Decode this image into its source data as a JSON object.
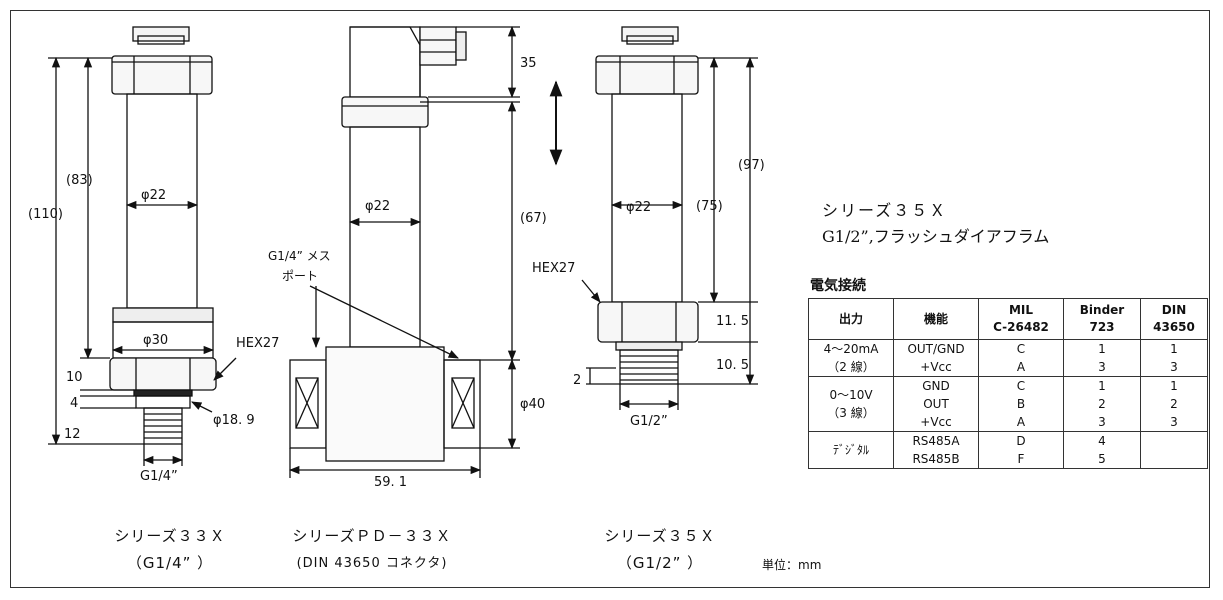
{
  "drawing": {
    "s33": {
      "dim_phi22": "φ22",
      "dim_phi30": "φ30",
      "dim_hex": "HEX27",
      "dim_83": "(83)",
      "dim_110": "(110)",
      "dim_10": "10",
      "dim_4": "4",
      "dim_12": "12",
      "dim_phi18": "φ18. 9",
      "dim_thread": "G1/4”",
      "caption_line1": "シリーズ３３Ｘ",
      "caption_line2": "（G1/4” ）"
    },
    "pd33": {
      "dim_35": "35",
      "dim_67": "(67)",
      "dim_phi22": "φ22",
      "dim_phi40": "φ40",
      "dim_591": "59. 1",
      "port_line1": "G1/4” メス",
      "port_line2": "ポート",
      "caption_line1": "シリーズＰＤ－３３Ｘ",
      "caption_line2": "(DIN 43650 コネクタ)"
    },
    "s35": {
      "dim_phi22": "φ22",
      "dim_hex": "HEX27",
      "dim_75": "(75)",
      "dim_97": "(97)",
      "dim_115": "11. 5",
      "dim_105": "10. 5",
      "dim_2": "2",
      "dim_thread": "G1/2”",
      "caption_line1": "シリーズ３５Ｘ",
      "caption_line2": "（G1/2” ）"
    },
    "unit_label": "単位：mm"
  },
  "series_title": {
    "line1": "シリーズ３５Ｘ",
    "line2": "G1/2”,フラッシュダイアフラム"
  },
  "table": {
    "title": "電気接続",
    "headers": {
      "output": "出力",
      "function": "機能",
      "mil_1": "MIL",
      "mil_2": "C-26482",
      "binder_1": "Binder",
      "binder_2": "723",
      "din_1": "DIN",
      "din_2": "43650"
    },
    "rows": [
      {
        "output": [
          "4～20mA",
          "（2 線）"
        ],
        "function": [
          "OUT/GND",
          "+Vcc"
        ],
        "mil": [
          "C",
          "A"
        ],
        "binder": [
          "1",
          "3"
        ],
        "din": [
          "1",
          "3"
        ]
      },
      {
        "output": [
          "0～10V",
          "（3 線）"
        ],
        "function": [
          "GND",
          "OUT",
          "+Vcc"
        ],
        "mil": [
          "C",
          "B",
          "A"
        ],
        "binder": [
          "1",
          "2",
          "3"
        ],
        "din": [
          "1",
          "2",
          "3"
        ]
      },
      {
        "output": [
          "ﾃﾞｼﾞﾀﾙ"
        ],
        "function": [
          "RS485A",
          "RS485B"
        ],
        "mil": [
          "D",
          "F"
        ],
        "binder": [
          "4",
          "5"
        ],
        "din": [
          "",
          ""
        ]
      }
    ]
  }
}
